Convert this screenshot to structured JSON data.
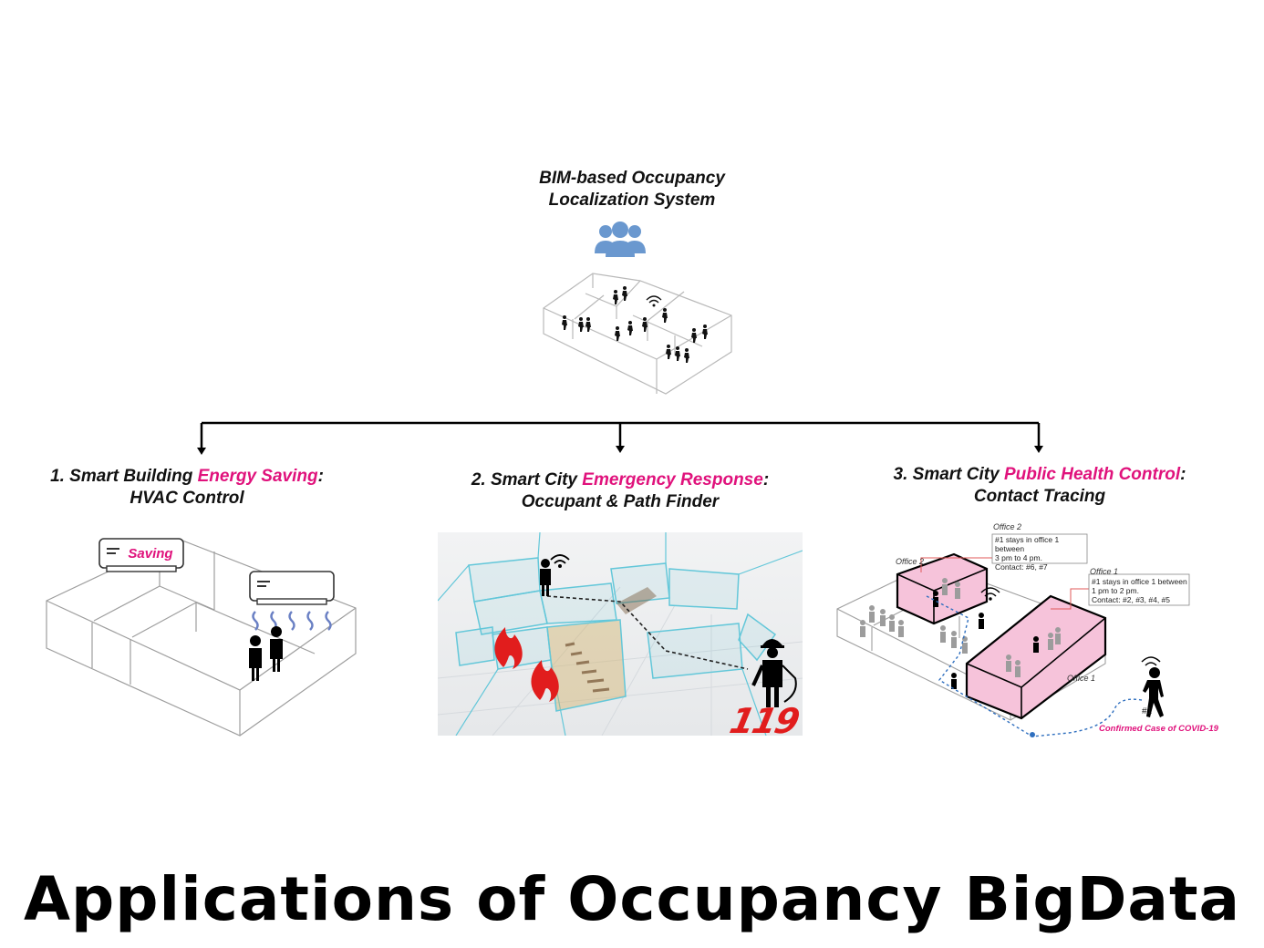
{
  "root": {
    "line1": "BIM-based Occupancy",
    "line2": "Localization System"
  },
  "app1": {
    "prefix": "1. Smart Building ",
    "highlight": "Energy Saving",
    "suffix": ":",
    "line2": "HVAC Control",
    "ac_label": "Saving"
  },
  "app2": {
    "prefix": "2. Smart City ",
    "highlight": "Emergency Response",
    "suffix": ":",
    "line2": "Occupant & Path Finder",
    "badge": "119"
  },
  "app3": {
    "prefix": "3. Smart City ",
    "highlight": "Public Health Control",
    "suffix": ":",
    "line2": "Contact Tracing",
    "office2_label": "Office 2",
    "office2_note": [
      "#1 stays in office 1 between",
      "3 pm to 4 pm.",
      "Contact: #6, #7"
    ],
    "office1_label": "Office 1",
    "office1_note": [
      "#1 stays in office 1 between",
      "1 pm to 2 pm.",
      "Contact: #2, #3, #4, #5"
    ],
    "office2_room": "Office 2",
    "office1_room": "Office 1",
    "person_tag": "#1",
    "confirmed": "Confirmed Case of COVID-19"
  },
  "footer": {
    "title": "Applications of Occupancy BigData"
  },
  "colors": {
    "accent": "#e0127c",
    "icon_blue": "#6a98cf",
    "room_pink": "#f6c3da",
    "glass": "#63c7d9"
  }
}
